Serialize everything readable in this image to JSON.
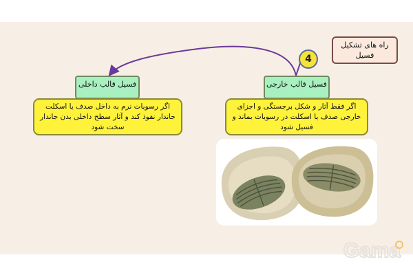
{
  "diagram": {
    "title": "راه های تشکیل فسیل",
    "step_number": "4",
    "nodes": [
      {
        "label": "فسیل قالب داخلی",
        "description": "اگر رسوبات نرم به داخل صدف یا اسکلت جاندار نفوذ کند و آثار سطح داخلی بدن جاندار سخت شود"
      },
      {
        "label": "فسیل قالب خارجی",
        "description": "اگر فقط آثار و شکل برجستگی و اجزای خارجی صدف یا اسکلت در رسوبات بماند و فسیل شود"
      }
    ]
  },
  "watermark": {
    "text": "Gama"
  },
  "colors": {
    "background": "#f7eee5",
    "tag_fill": "#a8f0c0",
    "description_fill": "#fff23a",
    "circle_fill": "#f5e33a",
    "arrow": "#6a3a9a"
  }
}
